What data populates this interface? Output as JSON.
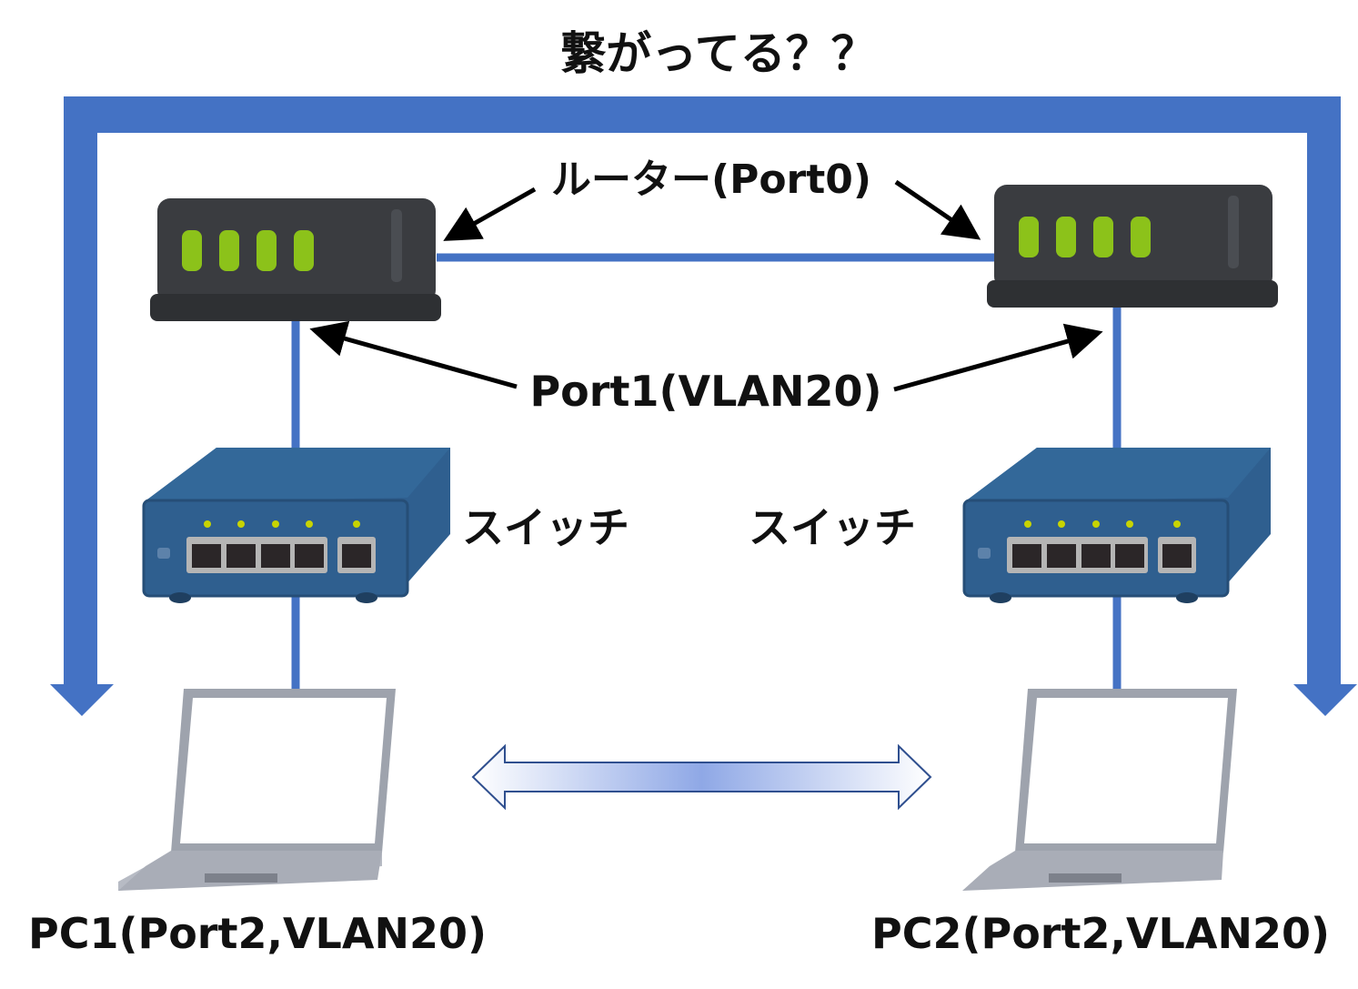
{
  "title": "繋がってる？？",
  "labels": {
    "router": "ルーター(Port0)",
    "port1": "Port1(VLAN20)",
    "switch_left": "スイッチ",
    "switch_right": "スイッチ",
    "pc1": "PC1(Port2,VLAN20)",
    "pc2": "PC2(Port2,VLAN20)"
  },
  "colors": {
    "link": "#4472C4",
    "router_body": "#3a3c40",
    "router_led": "#8cc21a",
    "switch_body": "#2f5f8f",
    "arrow": "#000000"
  }
}
